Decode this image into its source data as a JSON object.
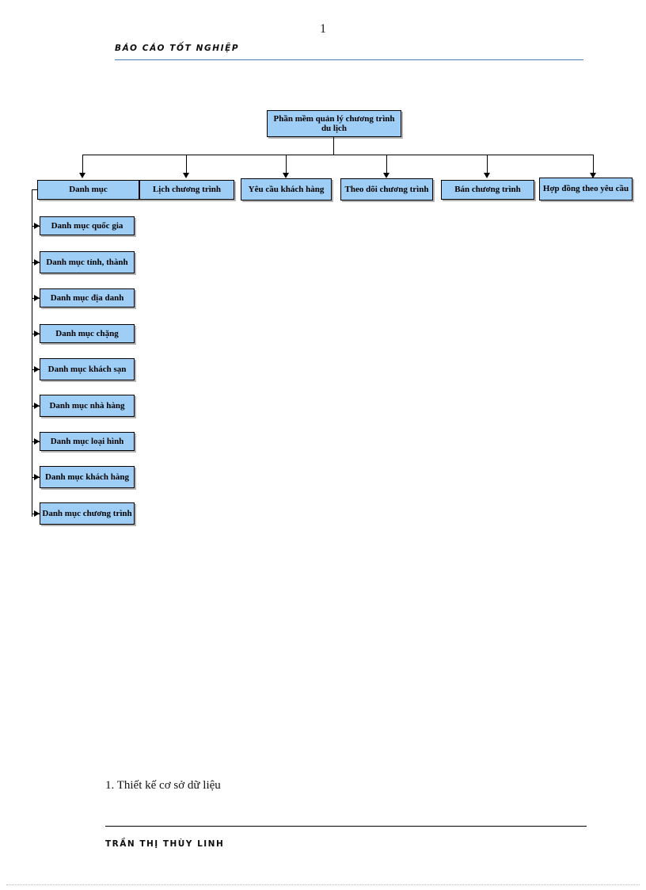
{
  "document": {
    "page_number": "1",
    "running_header": "BÁO CÁO TỐT NGHIỆP",
    "footer_author": "TRẦN THỊ THÙY LINH",
    "section_caption": "1. Thiết kế cơ sở dữ liệu"
  },
  "colors": {
    "node_fill": "#9ecef5",
    "node_border": "#000000",
    "header_rule": "#4a7ebb",
    "connector": "#000000"
  },
  "diagram": {
    "root": {
      "label": "Phần mềm quản lý chương trình du lịch"
    },
    "level2": [
      {
        "label": "Danh mục"
      },
      {
        "label": "Lịch chương trình"
      },
      {
        "label": "Yêu cầu khách hàng"
      },
      {
        "label": "Theo dõi chương trình"
      },
      {
        "label": "Bán chương trình"
      },
      {
        "label": "Hợp đồng theo yêu cầu"
      }
    ],
    "level3": [
      {
        "label": "Danh mục quốc gia"
      },
      {
        "label": "Danh mục tỉnh, thành"
      },
      {
        "label": "Danh mục địa danh"
      },
      {
        "label": "Danh mục chặng"
      },
      {
        "label": "Danh mục khách sạn"
      },
      {
        "label": "Danh mục nhà hàng"
      },
      {
        "label": "Danh mục loại hình"
      },
      {
        "label": "Danh mục khách hàng"
      },
      {
        "label": "Danh mục chương trình"
      }
    ]
  }
}
